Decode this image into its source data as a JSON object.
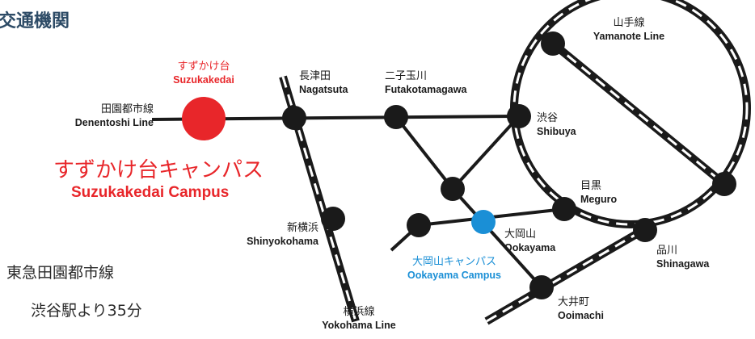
{
  "title": "交通機関",
  "stations": {
    "suzukakedai": {
      "jp": "すずかけ台",
      "en": "Suzukakedai"
    },
    "nagatsuta": {
      "jp": "長津田",
      "en": "Nagatsuta"
    },
    "futakotamagawa": {
      "jp": "二子玉川",
      "en": "Futakotamagawa"
    },
    "shibuya": {
      "jp": "渋谷",
      "en": "Shibuya"
    },
    "meguro": {
      "jp": "目黒",
      "en": "Meguro"
    },
    "shinagawa": {
      "jp": "品川",
      "en": "Shinagawa"
    },
    "ooimachi": {
      "jp": "大井町",
      "en": "Ooimachi"
    },
    "ookayama": {
      "jp": "大岡山",
      "en": "Ookayama"
    },
    "shinyokohama": {
      "jp": "新横浜",
      "en": "Shinyokohama"
    }
  },
  "lines": {
    "denentoshi": {
      "jp": "田園都市線",
      "en": "Denentoshi Line"
    },
    "yamanote": {
      "jp": "山手線",
      "en": "Yamanote Line"
    },
    "yokohama": {
      "jp": "横浜線",
      "en": "Yokohama Line"
    }
  },
  "campuses": {
    "suzukakedai": {
      "jp": "すずかけ台キャンパス",
      "en": "Suzukakedai Campus"
    },
    "ookayama": {
      "jp": "大岡山キャンパス",
      "en": "Ookayama Campus"
    }
  },
  "access": {
    "line1": "東急田園都市線",
    "line2": "渋谷駅より35分"
  },
  "colors": {
    "suzukakedai_station": "#e8262a",
    "ookayama_station": "#1a8fd6",
    "station": "#1a1a1a",
    "line": "#1a1a1a"
  }
}
